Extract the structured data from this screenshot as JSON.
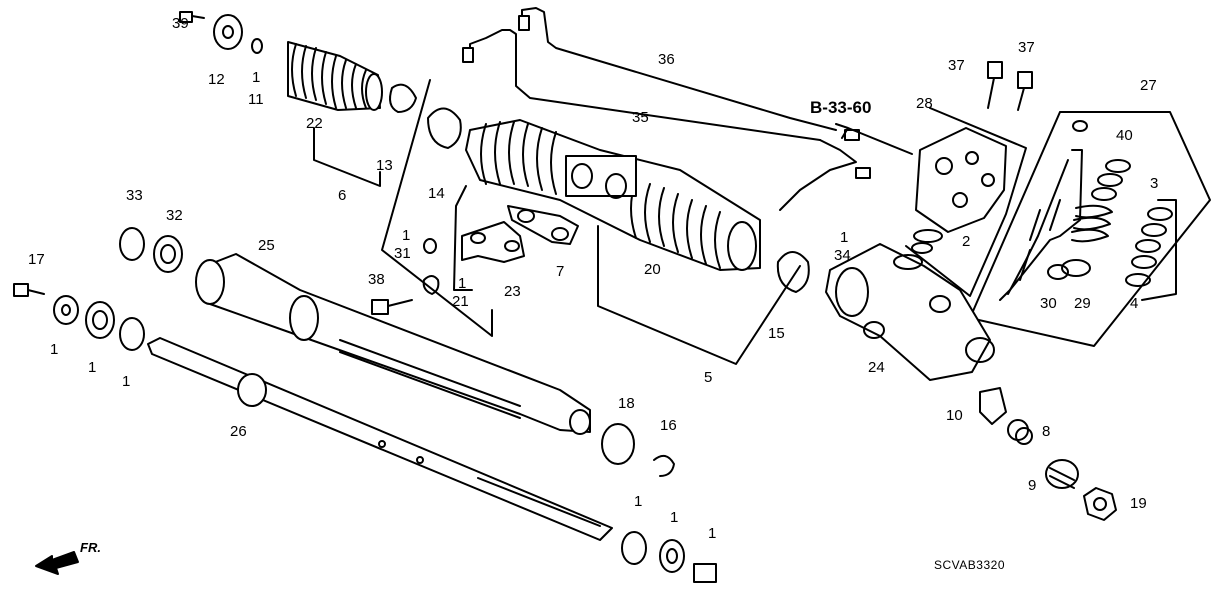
{
  "diagram": {
    "reference_link": "B-33-60",
    "diagram_code": "SCVAB3320",
    "direction_label": "FR.",
    "part_labels": [
      "39",
      "12",
      "1",
      "11",
      "22",
      "13",
      "6",
      "36",
      "35",
      "37",
      "37",
      "28",
      "27",
      "40",
      "3",
      "14",
      "2",
      "33",
      "32",
      "1",
      "31",
      "17",
      "25",
      "38",
      "1",
      "21",
      "23",
      "7",
      "20",
      "1",
      "34",
      "15",
      "30",
      "29",
      "4",
      "1",
      "1",
      "1",
      "24",
      "5",
      "26",
      "10",
      "8",
      "18",
      "16",
      "9",
      "19",
      "1",
      "1",
      "1"
    ]
  }
}
